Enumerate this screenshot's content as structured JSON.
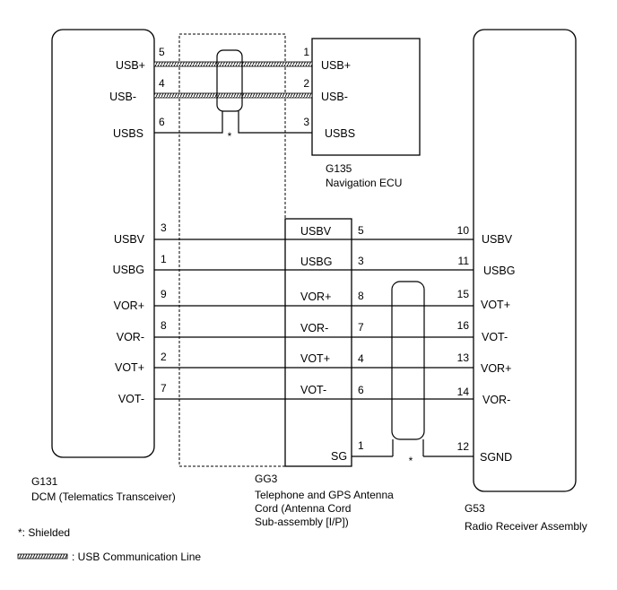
{
  "components": {
    "g131": {
      "code": "G131",
      "name": "DCM (Telematics Transceiver)"
    },
    "g135": {
      "code": "G135",
      "name": "Navigation ECU"
    },
    "gg3": {
      "code": "GG3",
      "name_lines": [
        "Telephone and GPS Antenna",
        "Cord (Antenna Cord",
        "Sub-assembly [I/P])"
      ]
    },
    "g53": {
      "code": "G53",
      "name": "Radio Receiver Assembly"
    }
  },
  "connections_usb": [
    {
      "dcm_pin": "5",
      "dcm_label": "USB+",
      "ecu_pin": "1",
      "ecu_label": "USB+"
    },
    {
      "dcm_pin": "4",
      "dcm_label": "USB-",
      "ecu_pin": "2",
      "ecu_label": "USB-"
    },
    {
      "dcm_pin": "6",
      "dcm_label": "USBS",
      "ecu_pin": "3",
      "ecu_label": "USBS"
    }
  ],
  "connections_radio": [
    {
      "dcm_pin": "3",
      "dcm_label": "USBV",
      "cord_label": "USBV",
      "cord_pin": "5",
      "radio_pin": "10",
      "radio_label": "USBV"
    },
    {
      "dcm_pin": "1",
      "dcm_label": "USBG",
      "cord_label": "USBG",
      "cord_pin": "3",
      "radio_pin": "11",
      "radio_label": "USBG"
    },
    {
      "dcm_pin": "9",
      "dcm_label": "VOR+",
      "cord_label": "VOR+",
      "cord_pin": "8",
      "radio_pin": "15",
      "radio_label": "VOT+"
    },
    {
      "dcm_pin": "8",
      "dcm_label": "VOR-",
      "cord_label": "VOR-",
      "cord_pin": "7",
      "radio_pin": "16",
      "radio_label": "VOT-"
    },
    {
      "dcm_pin": "2",
      "dcm_label": "VOT+",
      "cord_label": "VOT+",
      "cord_pin": "4",
      "radio_pin": "13",
      "radio_label": "VOR+"
    },
    {
      "dcm_pin": "7",
      "dcm_label": "VOT-",
      "cord_label": "VOT-",
      "cord_pin": "6",
      "radio_pin": "14",
      "radio_label": "VOR-"
    }
  ],
  "ground": {
    "cord_label": "SG",
    "cord_pin": "1",
    "radio_pin": "12",
    "radio_label": "SGND"
  },
  "shield_marker": "*",
  "legend": {
    "shielded": "*: Shielded",
    "usb_line": ": USB Communication Line"
  },
  "colors": {
    "line": "#000000",
    "background": "#ffffff"
  }
}
